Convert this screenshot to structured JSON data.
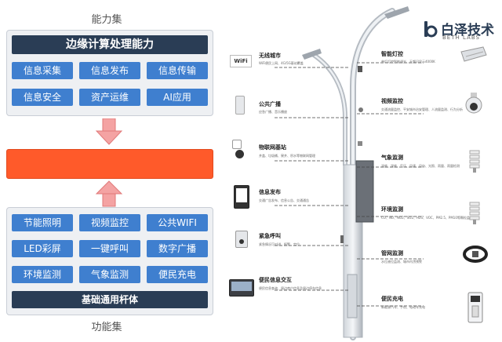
{
  "top_label": "能力集",
  "bottom_label": "功能集",
  "edge_title": "边缘计算处理能力",
  "capabilities": [
    "信息采集",
    "信息发布",
    "信息传输",
    "信息安全",
    "资产运维",
    "AI应用"
  ],
  "functions": [
    "节能照明",
    "视频监控",
    "公共WIFI",
    "LED彩屏",
    "一键呼叫",
    "数字广播",
    "环境监测",
    "气象监测",
    "便民充电"
  ],
  "base_title": "基础通用杆体",
  "logo": {
    "name": "白泽技术",
    "sub": "BETH LABS"
  },
  "wifi_badge": "WiFi",
  "left_features": [
    {
      "title": "无线城市",
      "desc": "WiFi便民上网、4G/5G基站覆盖"
    },
    {
      "title": "公共广播",
      "desc": "应急广播、音乐播放"
    },
    {
      "title": "物联网基站",
      "desc": "井盖、垃圾桶、窨井、积水等物联网管理"
    },
    {
      "title": "信息发布",
      "desc": "交通广告发布、信息公告、交通通告"
    },
    {
      "title": "紧急呼叫",
      "desc": "紧急情况可对讲、报警、定位"
    },
    {
      "title": "便民信息交互",
      "desc": "便民信息查询、周边商户信息及周边停车信息"
    }
  ],
  "right_features": [
    {
      "title": "智能灯控",
      "desc": "单灯灯控智能调光、无频闪显示4000K"
    },
    {
      "title": "视频监控",
      "desc": "交通流量监控、平安城市治安管理、人流量监测、行为分析"
    },
    {
      "title": "气象监测",
      "desc": "温度、湿度、气压、风速、风向、光照、雨量、雨量检测"
    },
    {
      "title": "环境监测",
      "desc": "CO、NO、NO2、SO2、H2S、VOC、PM2.5、PM10等颗粒监测"
    },
    {
      "title": "管网监测",
      "desc": "水位液位监测、城市内涝预警"
    },
    {
      "title": "便民充电",
      "desc": "新能源汽车、手机、电动车充电"
    }
  ]
}
